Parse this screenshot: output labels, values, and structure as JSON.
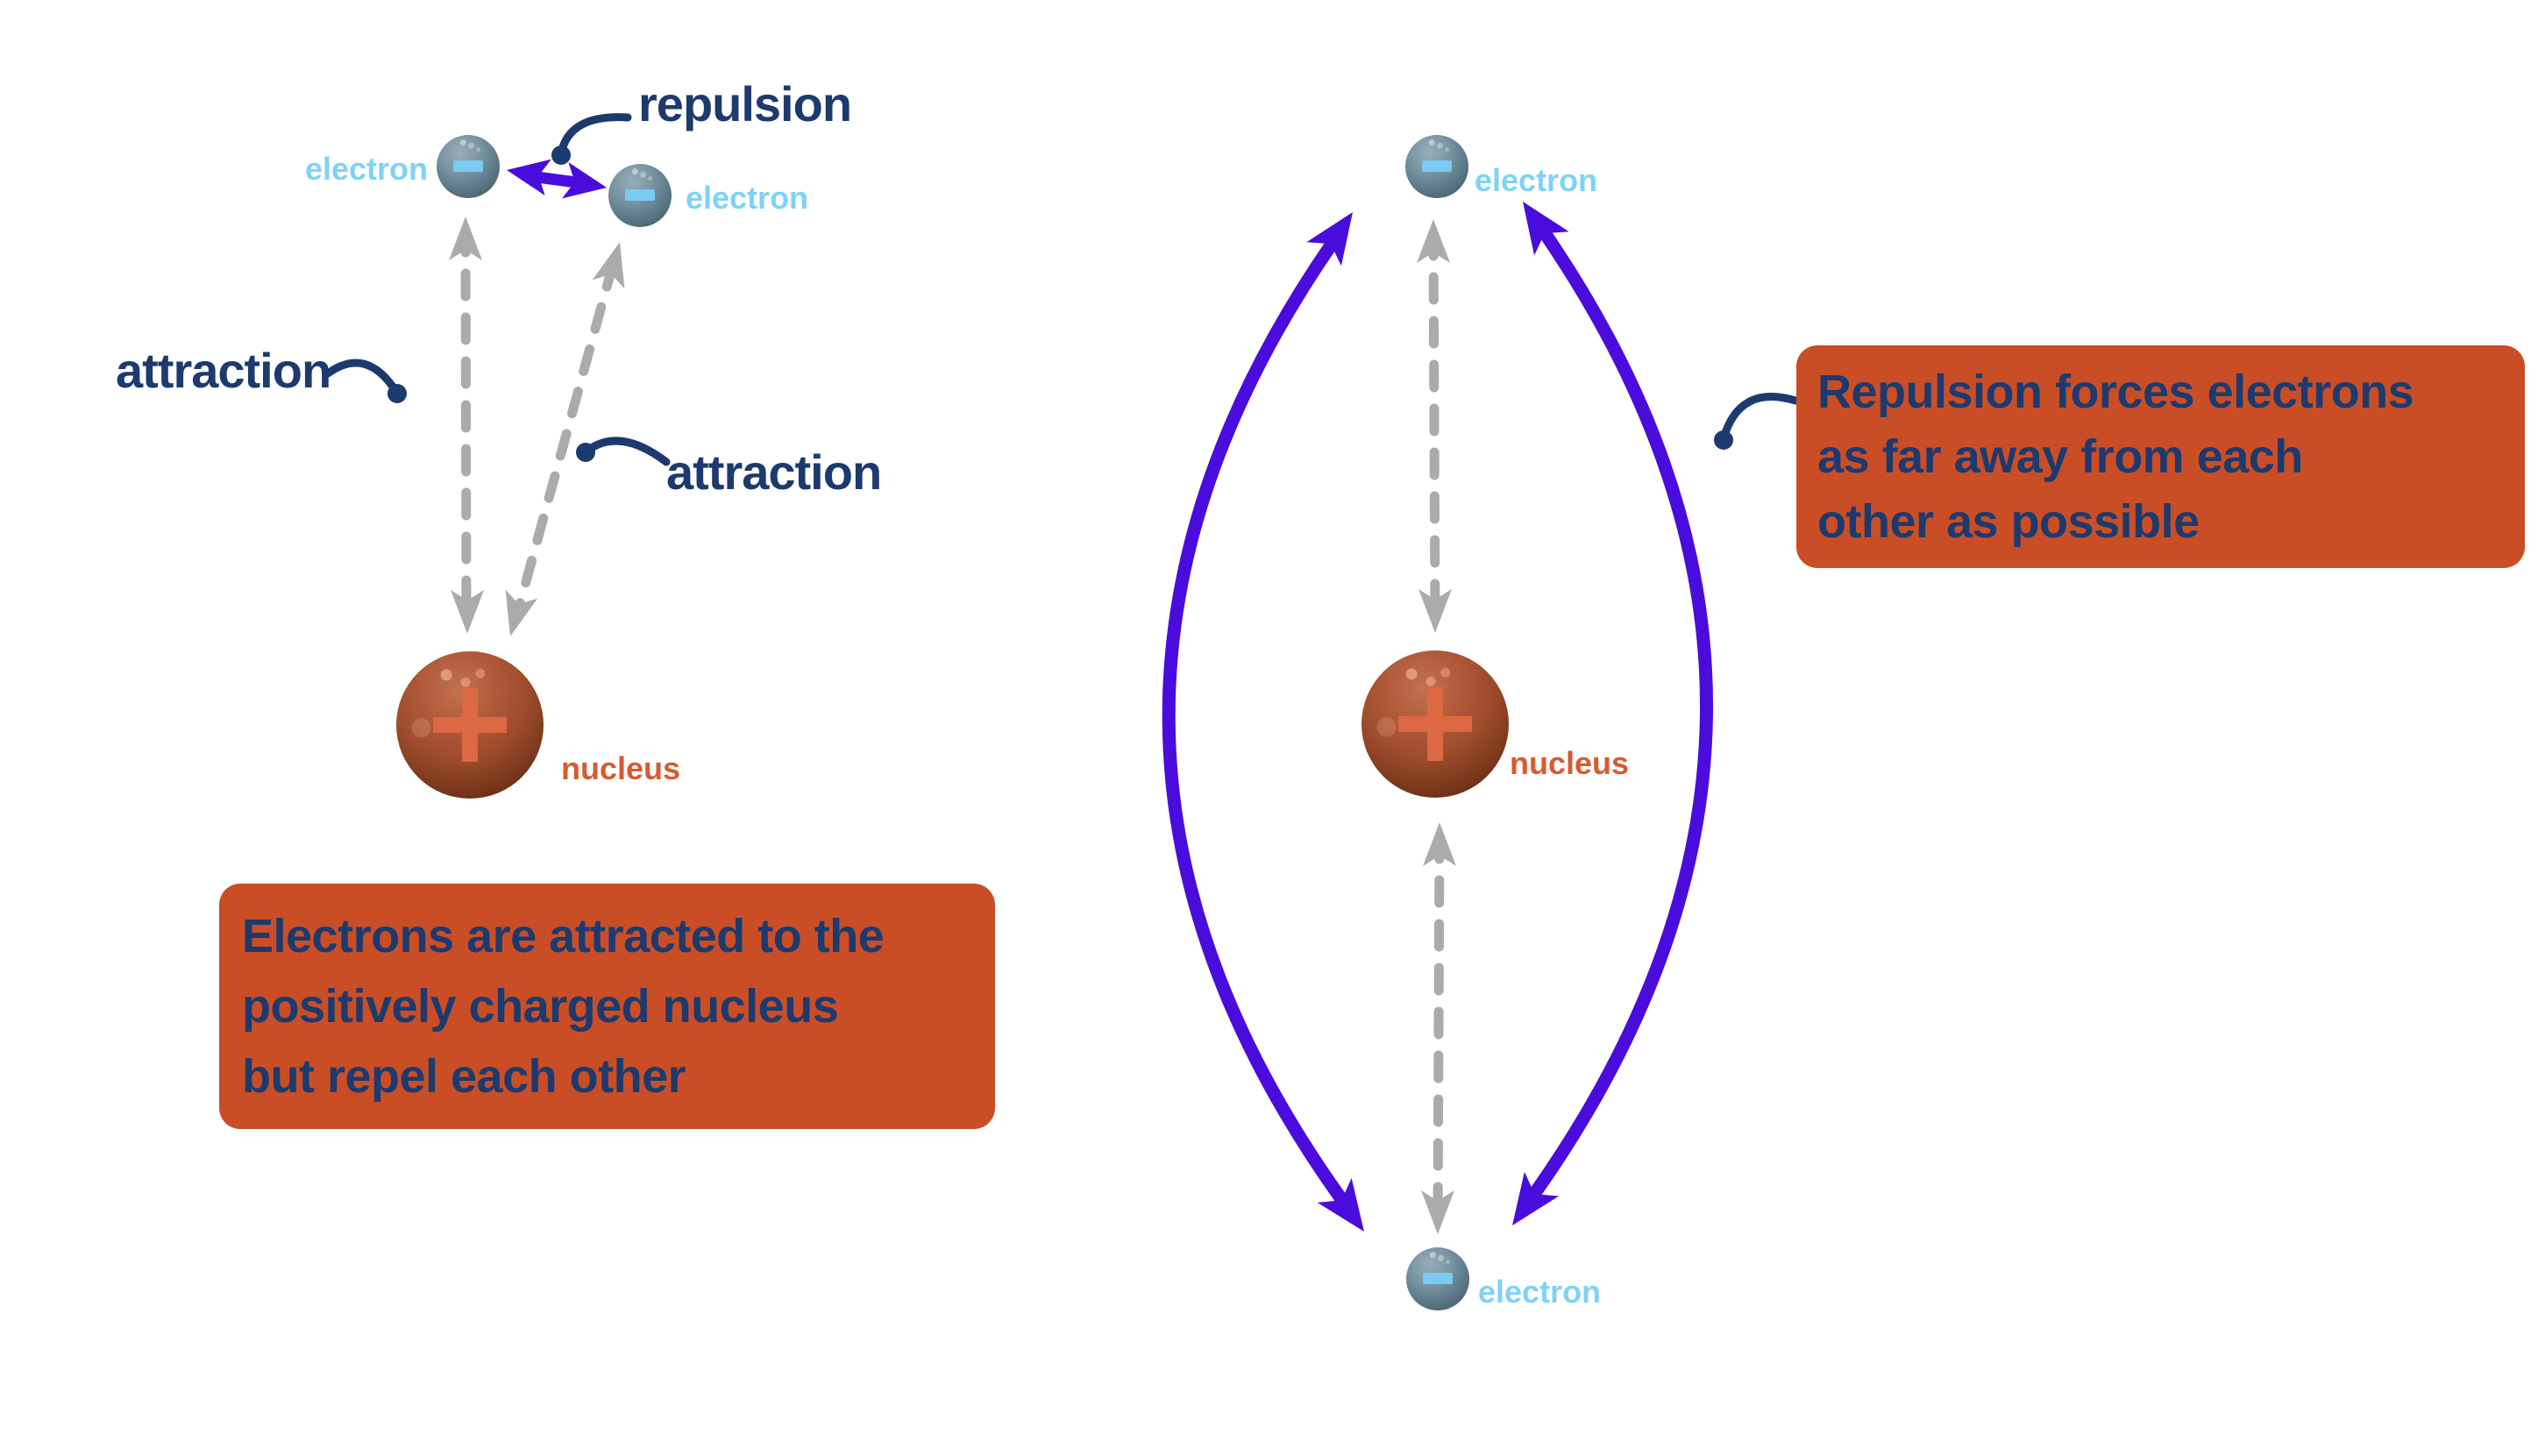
{
  "left_diagram": {
    "repulsion_label": "repulsion",
    "attraction_label_1": "attraction",
    "attraction_label_2": "attraction",
    "electron_label_1": "electron",
    "electron_label_2": "electron",
    "nucleus_label": "nucleus",
    "caption": [
      "Electrons are attracted to the",
      "positively charged nucleus",
      "but repel each other"
    ]
  },
  "right_diagram": {
    "electron_label_top": "electron",
    "electron_label_bottom": "electron",
    "nucleus_label": "nucleus",
    "caption": [
      "Repulsion forces electrons",
      "as far away from each",
      "other as possible"
    ]
  },
  "colors": {
    "background": "#ffffff",
    "navy_text": "#1d3a6e",
    "caption_box_fill": "#c94e26",
    "purple_arrow": "#4a0cdd",
    "gray_dashed_arrow": "#ababab",
    "electron_label": "#7fd2f5",
    "nucleus_label": "#d65b2f",
    "electron_sphere": "#5d7886",
    "nucleus_sphere": "#9a4a2b",
    "minus_sign": "#79cbf2",
    "plus_sign": "#dc6943"
  }
}
